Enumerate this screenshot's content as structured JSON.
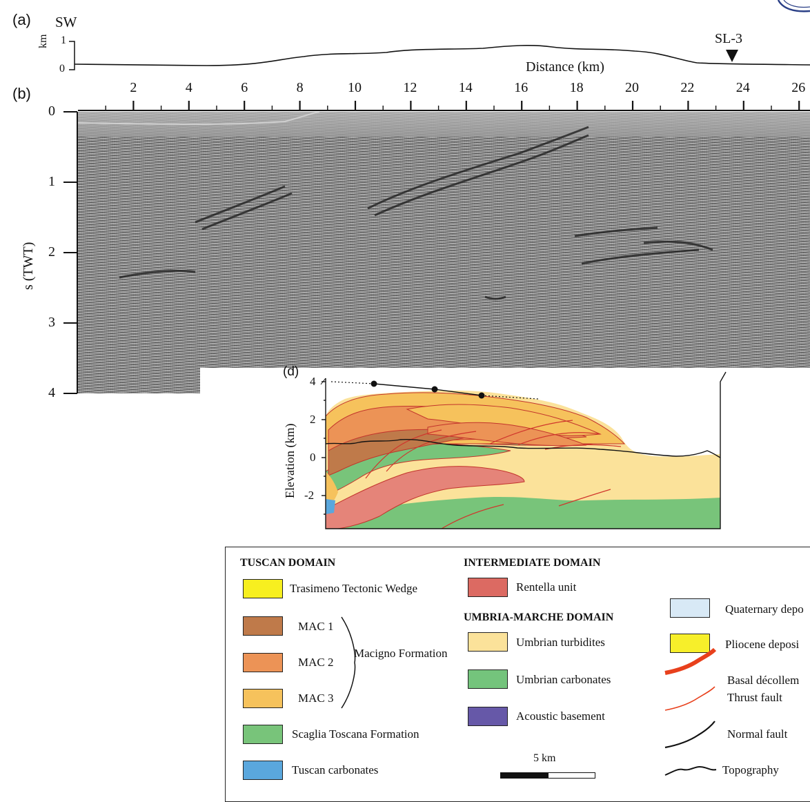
{
  "panels": {
    "a_label": "(a)",
    "b_label": "(b)",
    "d_label": "(d)"
  },
  "topography": {
    "direction_label": "SW",
    "y_unit": "km",
    "y_ticks": [
      "1",
      "0"
    ],
    "station_label": "SL-3"
  },
  "distance_axis": {
    "title": "Distance (km)",
    "ticks": [
      "2",
      "4",
      "6",
      "8",
      "10",
      "12",
      "14",
      "16",
      "18",
      "20",
      "22",
      "24",
      "26"
    ]
  },
  "seismic": {
    "y_label": "s (TWT)",
    "y_ticks": [
      "0",
      "1",
      "2",
      "3",
      "4"
    ]
  },
  "cross_section": {
    "y_label": "Elevation (km)",
    "y_ticks": [
      "4",
      "2",
      "0",
      "-2"
    ]
  },
  "legend": {
    "tuscan": {
      "heading": "TUSCAN DOMAIN",
      "items": [
        {
          "label": "Trasimeno Tectonic Wedge",
          "color": "#f7ef1f"
        },
        {
          "label": "MAC 1",
          "color": "#bf7a4a"
        },
        {
          "label": "MAC 2",
          "color": "#ec9356"
        },
        {
          "label": "MAC 3",
          "color": "#f6c25c"
        },
        {
          "label": "Scaglia Toscana Formation",
          "color": "#78c47a"
        },
        {
          "label": "Tuscan carbonates",
          "color": "#5aa7dd"
        }
      ],
      "group_label": "Macigno Formation"
    },
    "intermediate": {
      "heading": "INTERMEDIATE DOMAIN",
      "items": [
        {
          "label": "Rentella unit",
          "color": "#dc6a62"
        }
      ]
    },
    "umbria": {
      "heading": "UMBRIA-MARCHE DOMAIN",
      "items": [
        {
          "label": "Umbrian turbidites",
          "color": "#fbe29a"
        },
        {
          "label": "Umbrian carbonates",
          "color": "#74c47c"
        },
        {
          "label": "Acoustic basement",
          "color": "#6658a8"
        }
      ]
    },
    "scale_bar": "5 km",
    "other": {
      "items": [
        {
          "label": "Quaternary depo",
          "color": "#d8e9f6"
        },
        {
          "label": "Pliocene deposi",
          "color": "#f7ef2a"
        }
      ],
      "lines": [
        {
          "label": "Basal décollem",
          "color": "#e8401c"
        },
        {
          "label": "Thrust fault",
          "color": "#e8401c"
        },
        {
          "label": "Normal fault",
          "color": "#111111"
        },
        {
          "label": "Topography",
          "color": "#111111"
        }
      ]
    }
  }
}
